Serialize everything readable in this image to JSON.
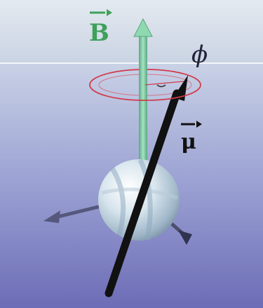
{
  "labels": {
    "field": "B",
    "moment": "μ",
    "angle": "ϕ"
  },
  "icons": {
    "field_arrow": "magnetic-field-arrow-icon",
    "moment_arrow": "magnetic-moment-arrow-icon",
    "precession": "precession-circle-icon",
    "particle": "spinning-particle-sphere-icon"
  },
  "colors": {
    "field": "#3fa05a",
    "field_arrow": "#7ecfa2",
    "moment": "#111111",
    "precession": "#d23a4a",
    "sky_top": "#dfe6ee",
    "sky_bottom": "#6f70b8"
  }
}
